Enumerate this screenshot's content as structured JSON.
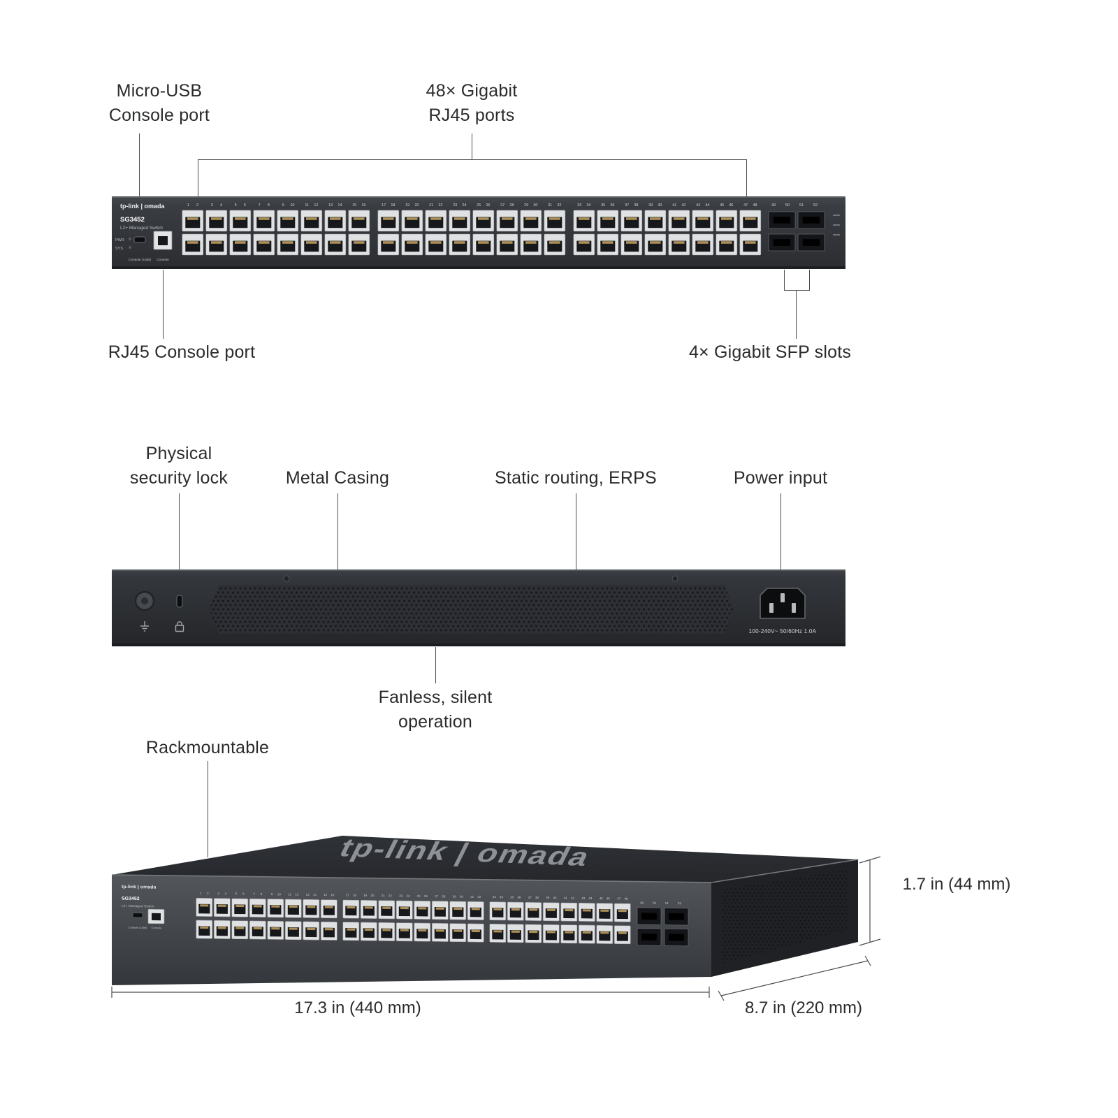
{
  "page": {
    "background": "#ffffff"
  },
  "front": {
    "callouts": {
      "micro_usb": [
        "Micro-USB",
        "Console port"
      ],
      "gigabit_ports": [
        "48× Gigabit",
        "RJ45 ports"
      ],
      "rj45_console": "RJ45 Console port",
      "sfp_slots": "4× Gigabit SFP slots"
    },
    "device": {
      "brand": "tp-link | omada",
      "model": "SG3452",
      "type": "L2+ Managed Switch",
      "led_labels": [
        "PWR",
        "SYS"
      ],
      "console_usb_label": "Console (USB)",
      "console_label": "Console",
      "rj45_count": 48,
      "rj45_groups": 3,
      "sfp_labels": [
        "49",
        "50",
        "51",
        "52"
      ]
    }
  },
  "rear": {
    "callouts": {
      "security_lock": [
        "Physical",
        "security lock"
      ],
      "metal_casing": "Metal Casing",
      "static_routing": "Static routing, ERPS",
      "power_input": "Power input",
      "fanless": "Fanless, silent operation"
    },
    "power_rating": "100-240V~ 50/60Hz 1.0A"
  },
  "perspective": {
    "callouts": {
      "rackmountable": "Rackmountable"
    },
    "brand": "tp-link | omada",
    "dimensions": {
      "height": "1.7 in (44 mm)",
      "width": "17.3 in (440 mm)",
      "depth": "8.7 in (220 mm)"
    }
  },
  "colors": {
    "chassis_front": "#3a3d42",
    "chassis_rear": "#34373c",
    "callout_line": "#4c4d50",
    "text": "#2a2b2d"
  }
}
